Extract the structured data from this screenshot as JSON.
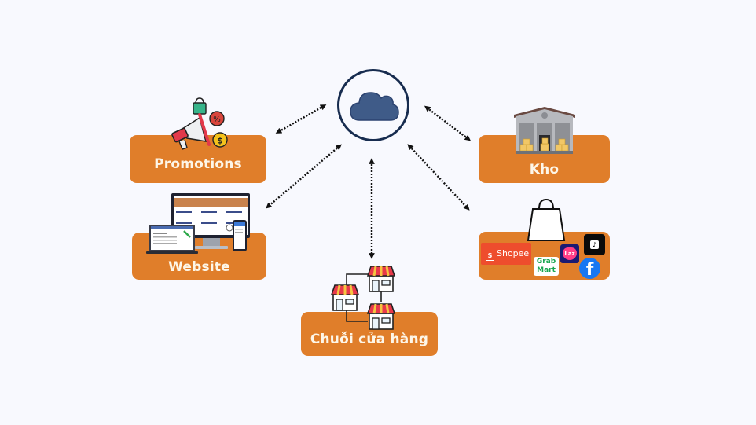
{
  "diagram": {
    "hub": {
      "icon": "cloud-icon",
      "colors": {
        "ring": "#172c4f",
        "cloud": "#3f5b88"
      }
    },
    "nodes": [
      {
        "id": "promotions",
        "label": "Promotions",
        "icon": "megaphone-promotion-icon"
      },
      {
        "id": "website",
        "label": "Website",
        "icon": "devices-website-icon"
      },
      {
        "id": "store-chain",
        "label": "Chuỗi cửa hàng",
        "icon": "store-network-icon"
      },
      {
        "id": "warehouse",
        "label": "Kho",
        "icon": "warehouse-icon"
      },
      {
        "id": "marketplaces",
        "label": "",
        "icon": "shopping-bag-icon",
        "logos": [
          {
            "name": "Shopee",
            "text": "Shopee"
          },
          {
            "name": "GrabMart",
            "text_line1": "Grab",
            "text_line2": "Mart"
          },
          {
            "name": "Lazada",
            "text": "Laz"
          },
          {
            "name": "TikTok Shop",
            "text": "♪"
          },
          {
            "name": "Facebook",
            "text": "f"
          }
        ]
      }
    ],
    "connections": [
      {
        "from": "hub",
        "to": "promotions",
        "style": "dotted",
        "direction": "both"
      },
      {
        "from": "hub",
        "to": "website",
        "style": "dotted",
        "direction": "both"
      },
      {
        "from": "hub",
        "to": "store-chain",
        "style": "dotted",
        "direction": "both"
      },
      {
        "from": "hub",
        "to": "warehouse",
        "style": "dotted",
        "direction": "both"
      },
      {
        "from": "hub",
        "to": "marketplaces",
        "style": "dotted",
        "direction": "both"
      }
    ],
    "colors": {
      "node": "#e07e2a",
      "label": "#fdf6e8",
      "background": "#f8f9fe",
      "arrow": "#111111"
    }
  }
}
